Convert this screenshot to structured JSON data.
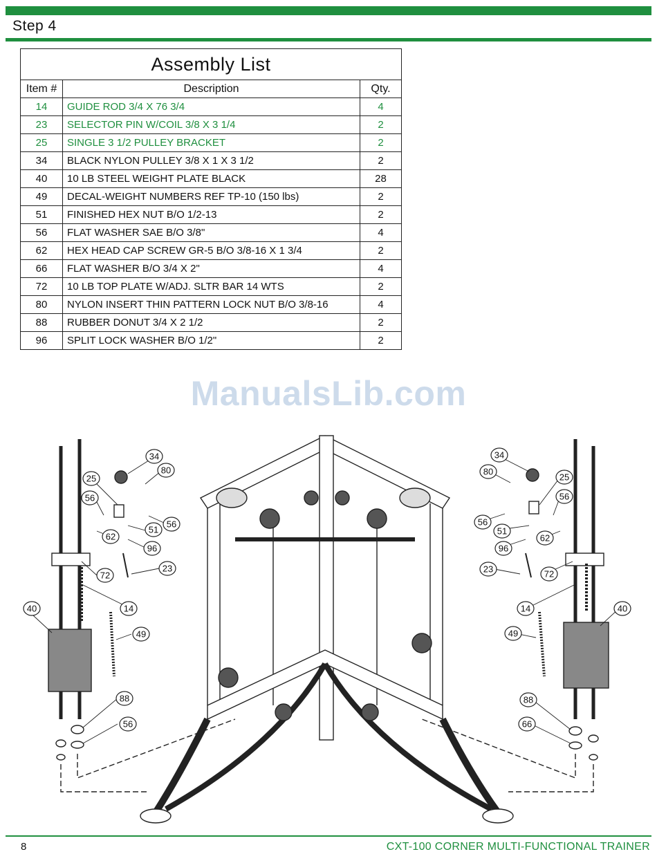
{
  "header": {
    "step": "Step  4",
    "accent_color": "#1f8f3f"
  },
  "assembly_list": {
    "title": "Assembly List",
    "columns": [
      "Item #",
      "Description",
      "Qty."
    ],
    "rows": [
      {
        "item": "14",
        "description": "GUIDE ROD 3/4 X 76 3/4",
        "qty": "4",
        "highlight": true
      },
      {
        "item": "23",
        "description": "SELECTOR PIN W/COIL 3/8 X 3 1/4",
        "qty": "2",
        "highlight": true
      },
      {
        "item": "25",
        "description": "SINGLE 3 1/2 PULLEY BRACKET",
        "qty": "2",
        "highlight": true
      },
      {
        "item": "34",
        "description": "BLACK NYLON PULLEY 3/8 X 1 X 3 1/2",
        "qty": "2",
        "highlight": false
      },
      {
        "item": "40",
        "description": "10 LB STEEL WEIGHT PLATE BLACK",
        "qty": "28",
        "highlight": false
      },
      {
        "item": "49",
        "description": "DECAL-WEIGHT NUMBERS REF TP-10 (150 lbs)",
        "qty": "2",
        "highlight": false
      },
      {
        "item": "51",
        "description": "FINISHED HEX NUT B/O 1/2-13",
        "qty": "2",
        "highlight": false
      },
      {
        "item": "56",
        "description": "FLAT WASHER SAE B/O 3/8\"",
        "qty": "4",
        "highlight": false
      },
      {
        "item": "62",
        "description": "HEX HEAD CAP SCREW GR-5 B/O 3/8-16 X 1 3/4",
        "qty": "2",
        "highlight": false
      },
      {
        "item": "66",
        "description": "FLAT WASHER B/O 3/4 X 2\"",
        "qty": "4",
        "highlight": false
      },
      {
        "item": "72",
        "description": "10 LB TOP PLATE W/ADJ. SLTR BAR 14 WTS",
        "qty": "2",
        "highlight": false
      },
      {
        "item": "80",
        "description": "NYLON INSERT THIN PATTERN LOCK NUT B/O 3/8-16",
        "qty": "4",
        "highlight": false
      },
      {
        "item": "88",
        "description": "RUBBER DONUT 3/4 X 2 1/2",
        "qty": "2",
        "highlight": false
      },
      {
        "item": "96",
        "description": "SPLIT LOCK WASHER B/O 1/2\"",
        "qty": "2",
        "highlight": false
      }
    ]
  },
  "watermark": "ManualsLib.com",
  "diagram": {
    "left_callouts": [
      "34",
      "80",
      "25",
      "56",
      "56",
      "51",
      "62",
      "96",
      "72",
      "23",
      "40",
      "14",
      "49",
      "88",
      "56"
    ],
    "right_callouts": [
      "34",
      "80",
      "25",
      "56",
      "56",
      "51",
      "62",
      "96",
      "23",
      "72",
      "14",
      "40",
      "49",
      "88",
      "66"
    ]
  },
  "footer": {
    "page_number": "8",
    "title": "CXT-100 CORNER MULTI-FUNCTIONAL TRAINER"
  }
}
